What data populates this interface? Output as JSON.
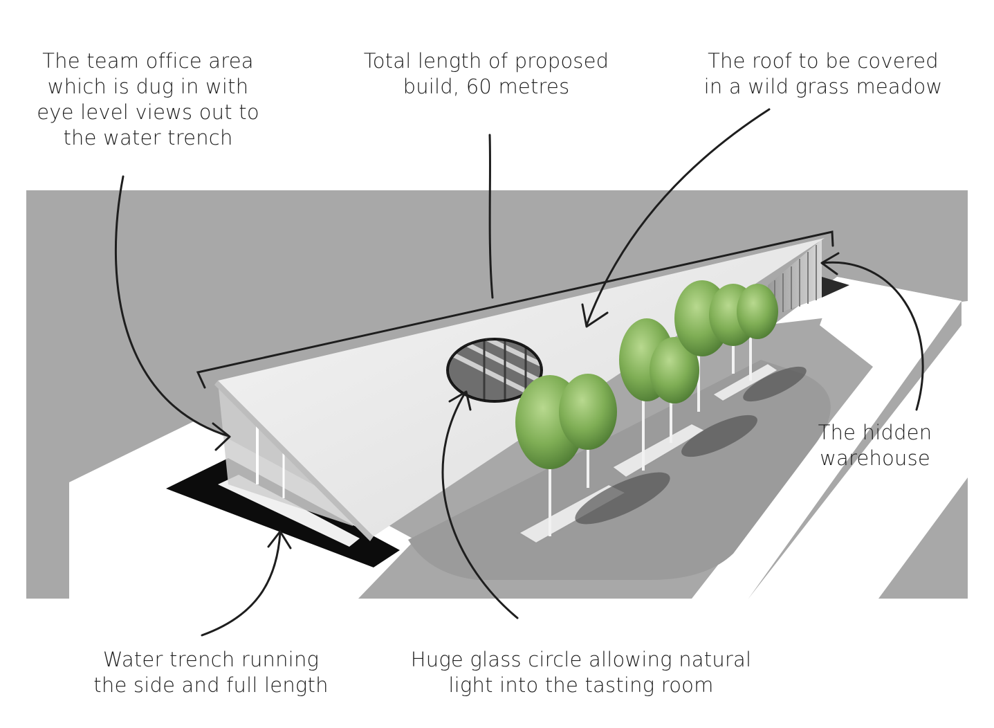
{
  "annotations": {
    "office": {
      "lines": [
        "The team office area",
        "which is dug in with",
        "eye level views out to",
        "the water trench"
      ]
    },
    "length": {
      "lines": [
        "Total length of proposed",
        "build, 60 metres"
      ]
    },
    "roof": {
      "lines": [
        "The roof to be covered",
        "in a wild grass meadow"
      ]
    },
    "warehouse": {
      "lines": [
        "The hidden",
        "warehouse"
      ]
    },
    "trench": {
      "lines": [
        "Water trench running",
        "the side and full length"
      ]
    },
    "glass": {
      "lines": [
        "Huge glass circle allowing natural",
        "light into the tasting room"
      ]
    }
  },
  "colors": {
    "ground": "#a8a8a8",
    "paving": "#ffffff",
    "roof": "#ececec",
    "water": "#0c0c0c",
    "tree_canopy": "#7fae55",
    "ink": "#1e1e1e"
  }
}
